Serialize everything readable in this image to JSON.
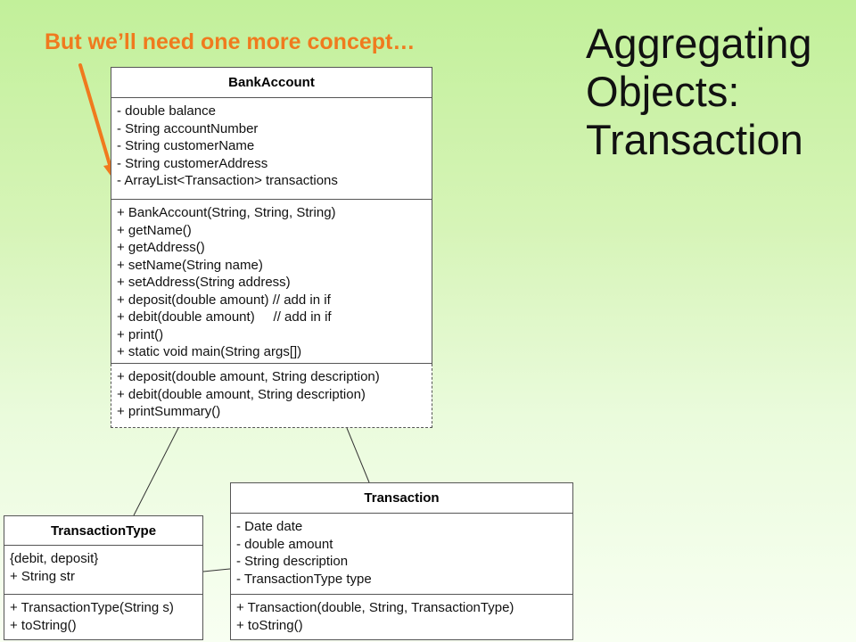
{
  "callout": "But we’ll need one more concept…",
  "title_lines": [
    "Aggregating",
    "Objects:",
    "Transaction"
  ],
  "colors": {
    "callout": "#f07a1e",
    "arrow": "#f07a1e"
  },
  "bank_account": {
    "name": "BankAccount",
    "fields": [
      "- double balance",
      "- String accountNumber",
      "- String customerName",
      "- String customerAddress",
      "- ArrayList<Transaction> transactions"
    ],
    "methods": [
      "+ BankAccount(String, String, String)",
      "+ getName()",
      "+ getAddress()",
      "+ setName(String name)",
      "+ setAddress(String address)",
      "+ deposit(double amount) // add in if",
      "+ debit(double amount)     // add in if",
      "+ print()",
      "+ static void main(String args[])"
    ],
    "new_methods": [
      "+ deposit(double amount, String description)",
      "+ debit(double amount, String description)",
      "+ printSummary()"
    ]
  },
  "transaction": {
    "name": "Transaction",
    "fields": [
      "- Date date",
      "- double amount",
      "- String description",
      "- TransactionType type"
    ],
    "methods": [
      "+ Transaction(double, String, TransactionType)",
      "+ toString()"
    ]
  },
  "transaction_type": {
    "name": "TransactionType",
    "fields": [
      "{debit, deposit}",
      "+ String str"
    ],
    "methods": [
      "+ TransactionType(String s)",
      "+ toString()"
    ]
  }
}
